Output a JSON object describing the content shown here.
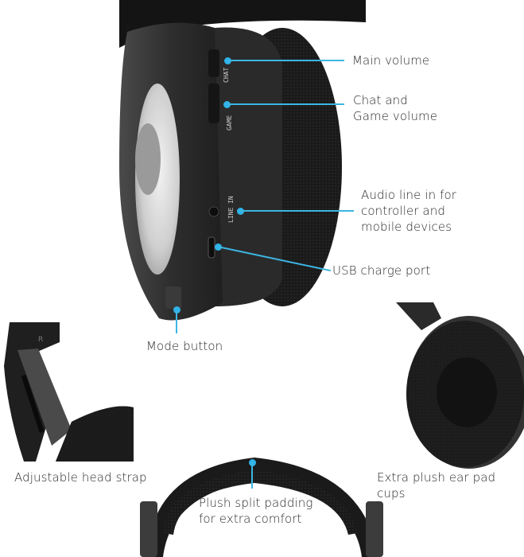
{
  "image": {
    "subject": "gaming headset feature callouts",
    "background": "#ffffff",
    "accent_color": "#2fb3e8",
    "text_color": "#2a2a2a"
  },
  "callouts": {
    "main_volume": {
      "label": "Main volume"
    },
    "chat_game_volume": {
      "line1": "Chat and",
      "line2": "Game volume"
    },
    "audio_line_in": {
      "line1": "Audio line in for",
      "line2": "controller and",
      "line3": "mobile devices"
    },
    "usb_charge": {
      "label": "USB charge port"
    },
    "mode_button": {
      "label": "Mode button"
    },
    "head_strap": {
      "label": "Adjustable head strap"
    },
    "ear_pads": {
      "label": "Extra plush ear pad cups"
    },
    "padding": {
      "line1": "Plush split padding",
      "line2": "for extra comfort"
    }
  },
  "device_markings": {
    "chat": "CHAT",
    "game": "GAME",
    "line_in": "LINE IN",
    "side_letter": "R"
  }
}
